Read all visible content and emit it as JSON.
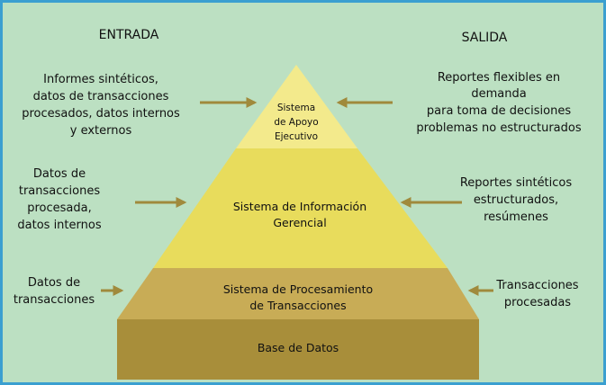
{
  "headers": {
    "input": "ENTRADA",
    "output": "SALIDA"
  },
  "tiers": [
    {
      "name": [
        "Sistema",
        "de Apoyo",
        "Ejecutivo"
      ],
      "color": "#f3ea8c",
      "input": [
        "Informes sintéticos,",
        "datos de transacciones",
        "procesados, datos internos",
        "y externos"
      ],
      "output": [
        "Reportes flexibles en",
        "demanda",
        "para toma de decisiones",
        "problemas no estructurados"
      ]
    },
    {
      "name": [
        "Sistema de Información",
        "Gerencial"
      ],
      "color": "#e8dc5c",
      "input": [
        "Datos de",
        "transacciones",
        "procesada,",
        "datos internos"
      ],
      "output": [
        "Reportes sintéticos",
        "estructurados,",
        "resúmenes"
      ]
    },
    {
      "name": [
        "Sistema de Procesamiento",
        "de Transacciones"
      ],
      "color": "#c8ac56",
      "input": [
        "Datos de",
        "transacciones"
      ],
      "output": [
        "Transacciones",
        "procesadas"
      ]
    },
    {
      "name": [
        "Base de Datos"
      ],
      "color": "#a88e3a"
    }
  ],
  "colors": {
    "background": "#bce0c2",
    "border": "#3b9fd0",
    "arrow": "#a08a3c"
  }
}
